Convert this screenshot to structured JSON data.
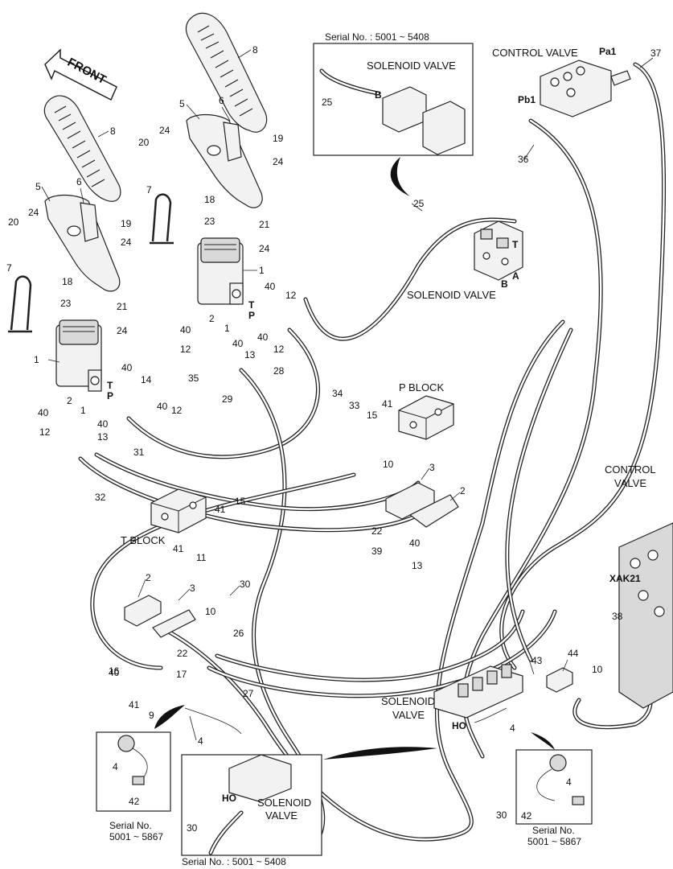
{
  "front_label": "FRONT",
  "titles": {
    "serial_top": "Serial No. : 5001 ~ 5408",
    "solenoid_valve_inset": "SOLENOID VALVE",
    "control_valve_top": "CONTROL VALVE",
    "solenoid_valve_mid": "SOLENOID VALVE",
    "p_block": "P BLOCK",
    "control_valve_right_1": "CONTROL",
    "control_valve_right_2": "VALVE",
    "t_block": "T BLOCK",
    "solenoid_valve_bottom_1": "SOLENOID",
    "solenoid_valve_bottom_2": "VALVE",
    "solenoid_valve_inset2_1": "SOLENOID",
    "solenoid_valve_inset2_2": "VALVE",
    "serial_left_1": "Serial No.",
    "serial_left_2": "5001 ~ 5867",
    "serial_right_1": "Serial No.",
    "serial_right_2": "5001 ~ 5867",
    "serial_bottom": "Serial No. : 5001 ~ 5408"
  },
  "port_labels": {
    "pa1": "Pa1",
    "pb1": "Pb1",
    "t_top": "T",
    "a": "A",
    "b_mid": "B",
    "b_inset": "B",
    "t_left": "T",
    "p_left": "P",
    "t_center": "T",
    "p_center": "P",
    "xak21": "XAK21",
    "ho_1": "HO",
    "ho_2": "HO"
  },
  "callouts": {
    "c8a": "8",
    "c8b": "8",
    "c5a": "5",
    "c6a": "6",
    "c5b": "5",
    "c6b": "6",
    "c24a": "24",
    "c20a": "20",
    "c19a": "19",
    "c24b": "24",
    "c7a": "7",
    "c18a": "18",
    "c23a": "23",
    "c21a": "21",
    "c24c": "24",
    "c1a": "1",
    "c20b": "20",
    "c24d": "24",
    "c19b": "19",
    "c24e": "24",
    "c7b": "7",
    "c18b": "18",
    "c23b": "23",
    "c21b": "21",
    "c24f": "24",
    "c1b": "1",
    "c25a": "25",
    "c25b": "25",
    "c37": "37",
    "c36": "36",
    "c40a": "40",
    "c12a": "12",
    "c2a": "2",
    "c1c": "1",
    "c40b": "40",
    "c40c": "40",
    "c12b": "12",
    "c13a": "13",
    "c40d": "40",
    "c12c": "12",
    "c28": "28",
    "c29": "29",
    "c34": "34",
    "c40e": "40",
    "c14": "14",
    "c35": "35",
    "c40f": "40",
    "c12d": "12",
    "c2b": "2",
    "c1d": "1",
    "c40g": "40",
    "c40h": "40",
    "c12e": "12",
    "c13b": "13",
    "c33": "33",
    "c15a": "15",
    "c41a": "41",
    "c31": "31",
    "c32": "32",
    "c15b": "15",
    "c41b": "41",
    "c10a": "10",
    "c3a": "3",
    "c2c": "2",
    "c22a": "22",
    "c40i": "40",
    "c39": "39",
    "c13c": "13",
    "c41c": "41",
    "c11": "11",
    "c2d": "2",
    "c3b": "3",
    "c30a": "30",
    "c10b": "10",
    "c26": "26",
    "c22b": "22",
    "c40j": "40",
    "c16": "16",
    "c17": "17",
    "c27": "27",
    "c41d": "41",
    "c9": "9",
    "c4a": "4",
    "c43": "43",
    "c44": "44",
    "c10c": "10",
    "c38": "38",
    "c4b": "4",
    "c4c": "4",
    "c42a": "42",
    "c30b": "30",
    "c30c": "30",
    "c4d": "4",
    "c42b": "42"
  }
}
